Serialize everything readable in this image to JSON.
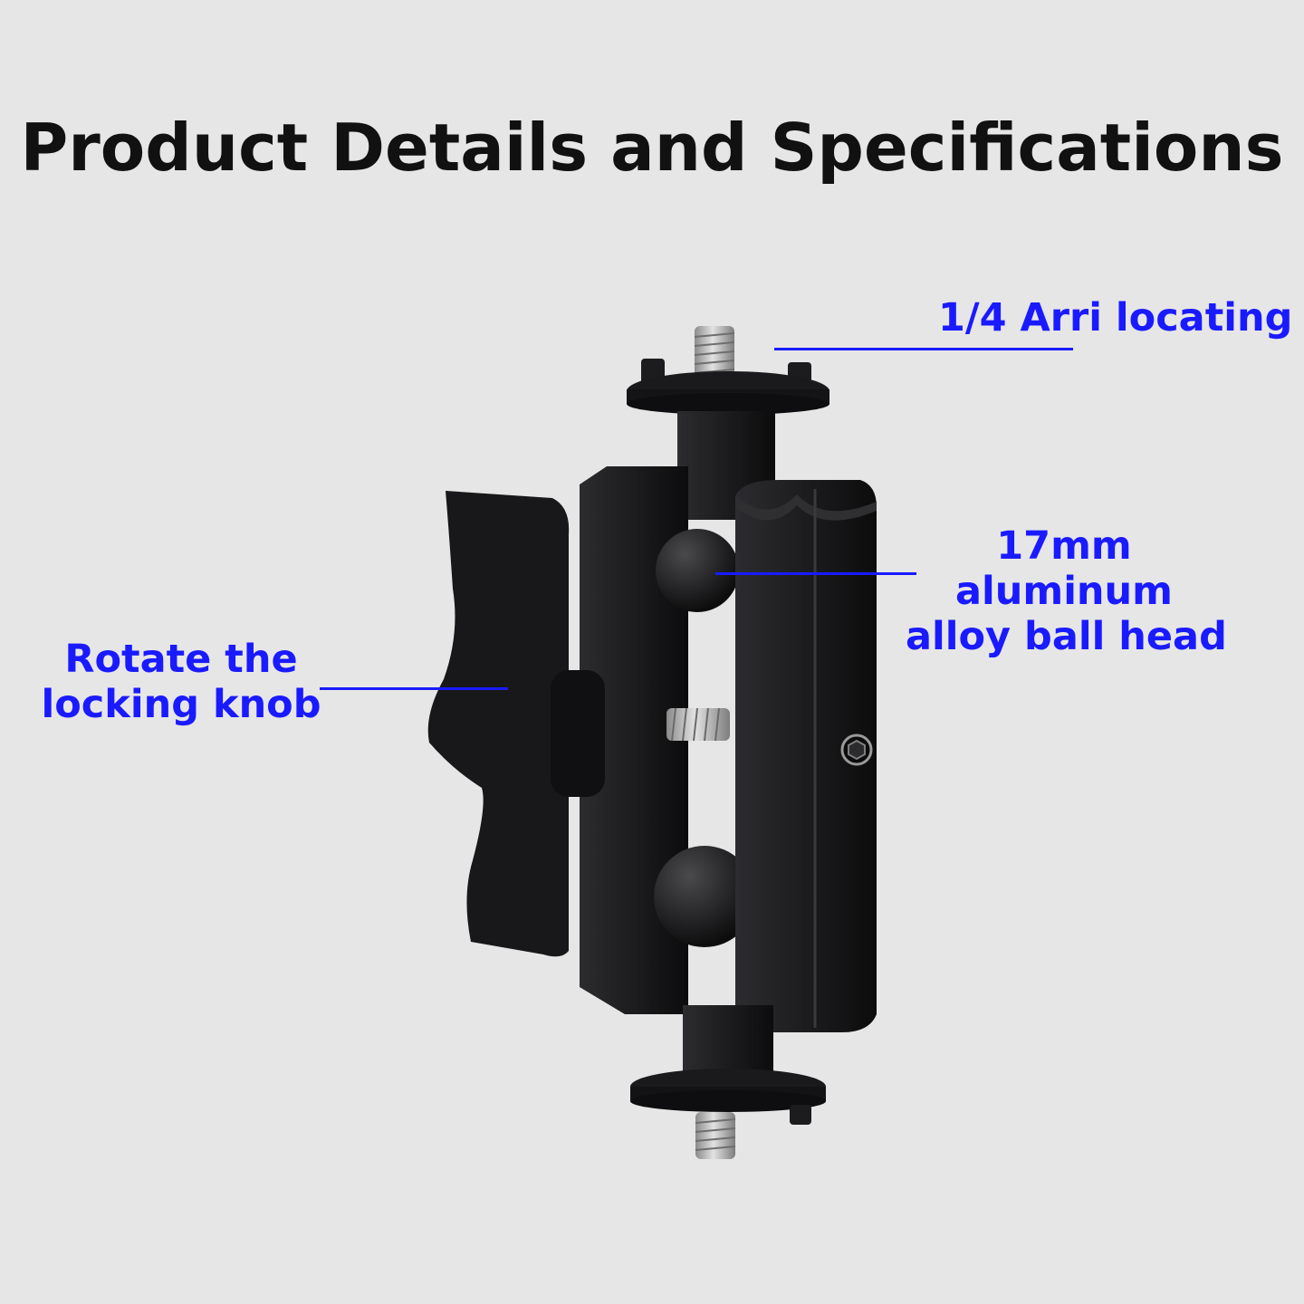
{
  "header": {
    "title": "Product Details and Specifications"
  },
  "callouts": {
    "arri": "1/4 Arri locating",
    "ball_head_line1": "17mm",
    "ball_head_line2": "aluminum",
    "ball_head_line3": "alloy ball head",
    "knob_line1": "Rotate the",
    "knob_line2": "locking knob"
  },
  "colors": {
    "background": "#e6e6e6",
    "title": "#111111",
    "callout": "#1a1aff",
    "product_dark": "#1b1b1d",
    "metal": "#b9b9b9"
  }
}
